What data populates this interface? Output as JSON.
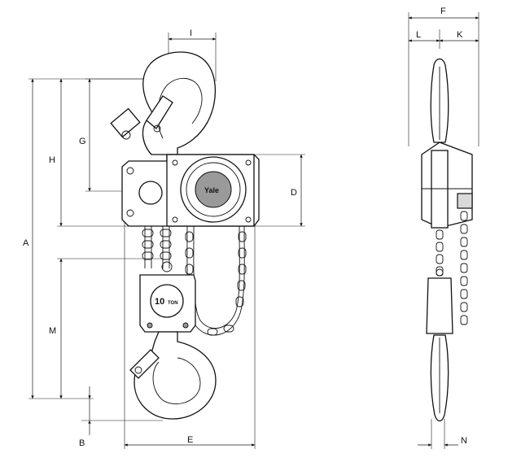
{
  "dimensions": {
    "A": "A",
    "B": "B",
    "D": "D",
    "E": "E",
    "F": "F",
    "G": "G",
    "H": "H",
    "I": "I",
    "K": "K",
    "L": "L",
    "M": "M",
    "N": "N"
  },
  "hoist": {
    "brand": "Yale",
    "capacity_number": "10",
    "capacity_unit": "TON"
  }
}
